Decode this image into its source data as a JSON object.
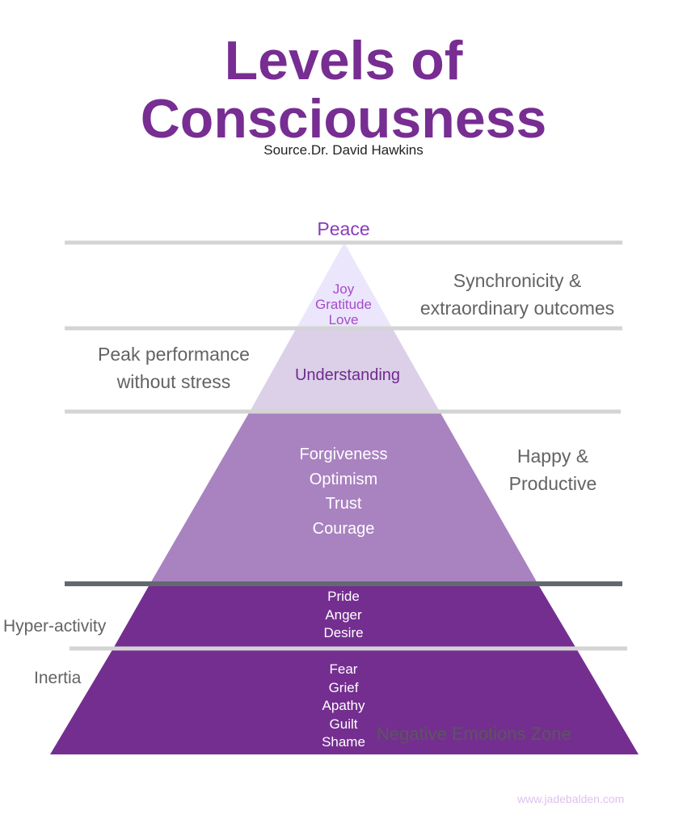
{
  "header": {
    "title_line1": "Levels of",
    "title_line2": "Consciousness",
    "source": "Source.Dr. David Hawkins"
  },
  "pyramid": {
    "apex_label": "Peace",
    "tier1_lines": [
      "Joy",
      "Gratitude",
      "Love"
    ],
    "tier2_label": "Understanding",
    "tier3_lines": [
      "Forgiveness",
      "Optimism",
      "Trust",
      "Courage"
    ],
    "tier4_lines": [
      "Pride",
      "Anger",
      "Desire"
    ],
    "tier5_lines": [
      "Fear",
      "Grief",
      "Apathy",
      "Guilt",
      "Shame"
    ]
  },
  "annotations": {
    "synchronicity": "Synchronicity &\nextraordinary outcomes",
    "peak": "Peak performance\nwithout stress",
    "happy": "Happy &\nProductive",
    "hyper": "Hyper-activity",
    "inertia": "Inertia",
    "negative_zone": "Negative Emotions Zone"
  },
  "footer": {
    "website": "www.jadebalden.com"
  },
  "colors": {
    "title": "#772d92",
    "tier1": "#ebe6fb",
    "tier2": "#dcd0e8",
    "tier3": "#a982c0",
    "tier4": "#742e90",
    "tier5": "#742e90",
    "divider_light": "#d4d4d4",
    "divider_dark": "#636870"
  }
}
